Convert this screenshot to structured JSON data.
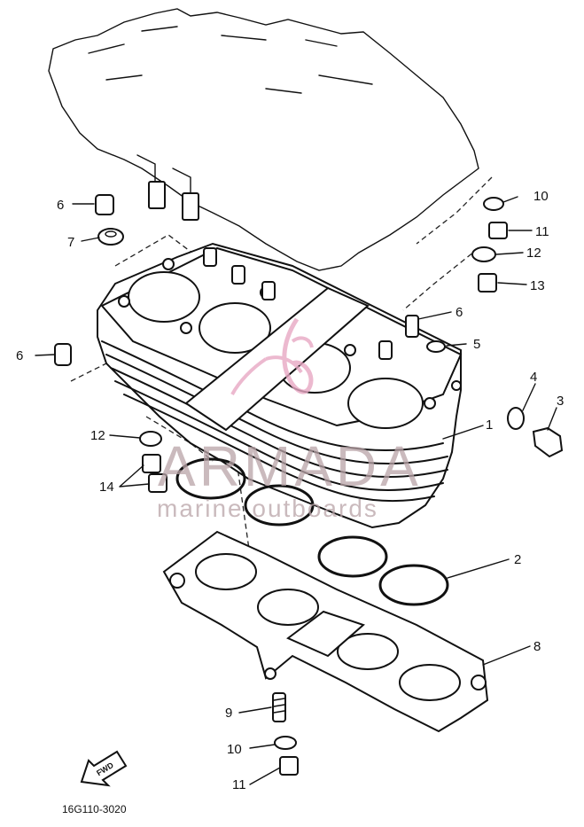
{
  "diagram": {
    "part_code": "16G110-3020",
    "fwd_label": "FWD",
    "callouts": [
      {
        "id": "c1",
        "label": "1"
      },
      {
        "id": "c2",
        "label": "2"
      },
      {
        "id": "c3",
        "label": "3"
      },
      {
        "id": "c4",
        "label": "4"
      },
      {
        "id": "c5",
        "label": "5"
      },
      {
        "id": "c6a",
        "label": "6"
      },
      {
        "id": "c6b",
        "label": "6"
      },
      {
        "id": "c6c",
        "label": "6"
      },
      {
        "id": "c7",
        "label": "7"
      },
      {
        "id": "c8",
        "label": "8"
      },
      {
        "id": "c9",
        "label": "9"
      },
      {
        "id": "c10a",
        "label": "10"
      },
      {
        "id": "c10b",
        "label": "10"
      },
      {
        "id": "c11a",
        "label": "11"
      },
      {
        "id": "c11b",
        "label": "11"
      },
      {
        "id": "c12a",
        "label": "12"
      },
      {
        "id": "c12b",
        "label": "12"
      },
      {
        "id": "c13",
        "label": "13"
      },
      {
        "id": "c14",
        "label": "14"
      }
    ]
  },
  "watermark": {
    "brand": "ARMADA",
    "tagline": "marine outboards",
    "color": "#b9a4a8",
    "logo_color": "#e8a8c4"
  }
}
